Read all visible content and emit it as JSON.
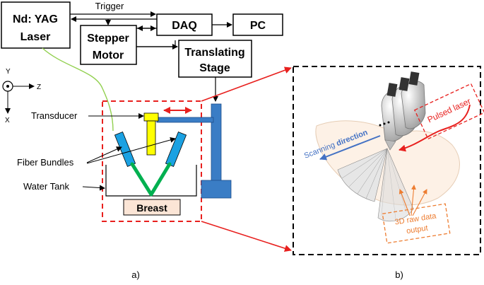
{
  "boxes": {
    "laser": [
      "Nd: YAG",
      "Laser"
    ],
    "stepper": [
      "Stepper",
      "Motor"
    ],
    "daq": "DAQ",
    "pc": "PC",
    "stage": [
      "Translating",
      "Stage"
    ]
  },
  "trigger": "Trigger",
  "axes": {
    "y": "Y",
    "z": "Z",
    "x": "X"
  },
  "labels": {
    "transducer": "Transducer",
    "fiber_bundles": "Fiber Bundles",
    "water_tank": "Water Tank",
    "breast": "Breast"
  },
  "panel_b": {
    "pulsed_laser": "Pulsed laser",
    "scanning_direction_prefix": "Scanning",
    "scanning_direction_suffix": "direction",
    "raw_data": [
      "3D raw data",
      "output"
    ]
  },
  "captions": {
    "a": "a)",
    "b": "b)"
  },
  "colors": {
    "red_dashed": "#e8201e",
    "fiber_blue": "#1ba1e2",
    "transducer_yellow": "#ffff00",
    "light_green": "#00b050",
    "stage_blue": "#3a7dc5",
    "breast_fill": "#fbe5d6",
    "scan_arrow": "#4472c4",
    "raw_data_orange": "#ed7d31"
  }
}
